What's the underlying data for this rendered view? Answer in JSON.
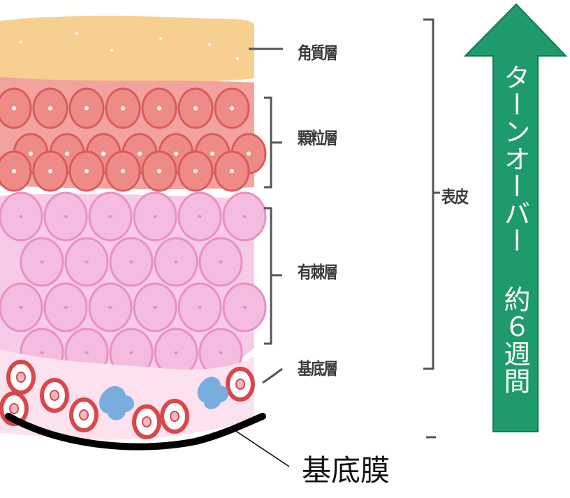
{
  "labels": {
    "stratum_corneum": "角質層",
    "stratum_granulosum": "顆粒層",
    "stratum_spinosum": "有棘層",
    "stratum_basale": "基底層",
    "epidermis": "表皮"
  },
  "arrow": {
    "text": "ターンオーバー 約６週間",
    "color": "#1f9a6b"
  },
  "basement_membrane_label": "基底膜",
  "colors": {
    "corneum": "#f7cf91",
    "granulosum": "#ef8b87",
    "spinosum": "#f4bde0",
    "basale_ring": "#d9474a",
    "melanocyte": "#6aa7dc",
    "bracket": "#555555",
    "membrane": "#000000"
  }
}
